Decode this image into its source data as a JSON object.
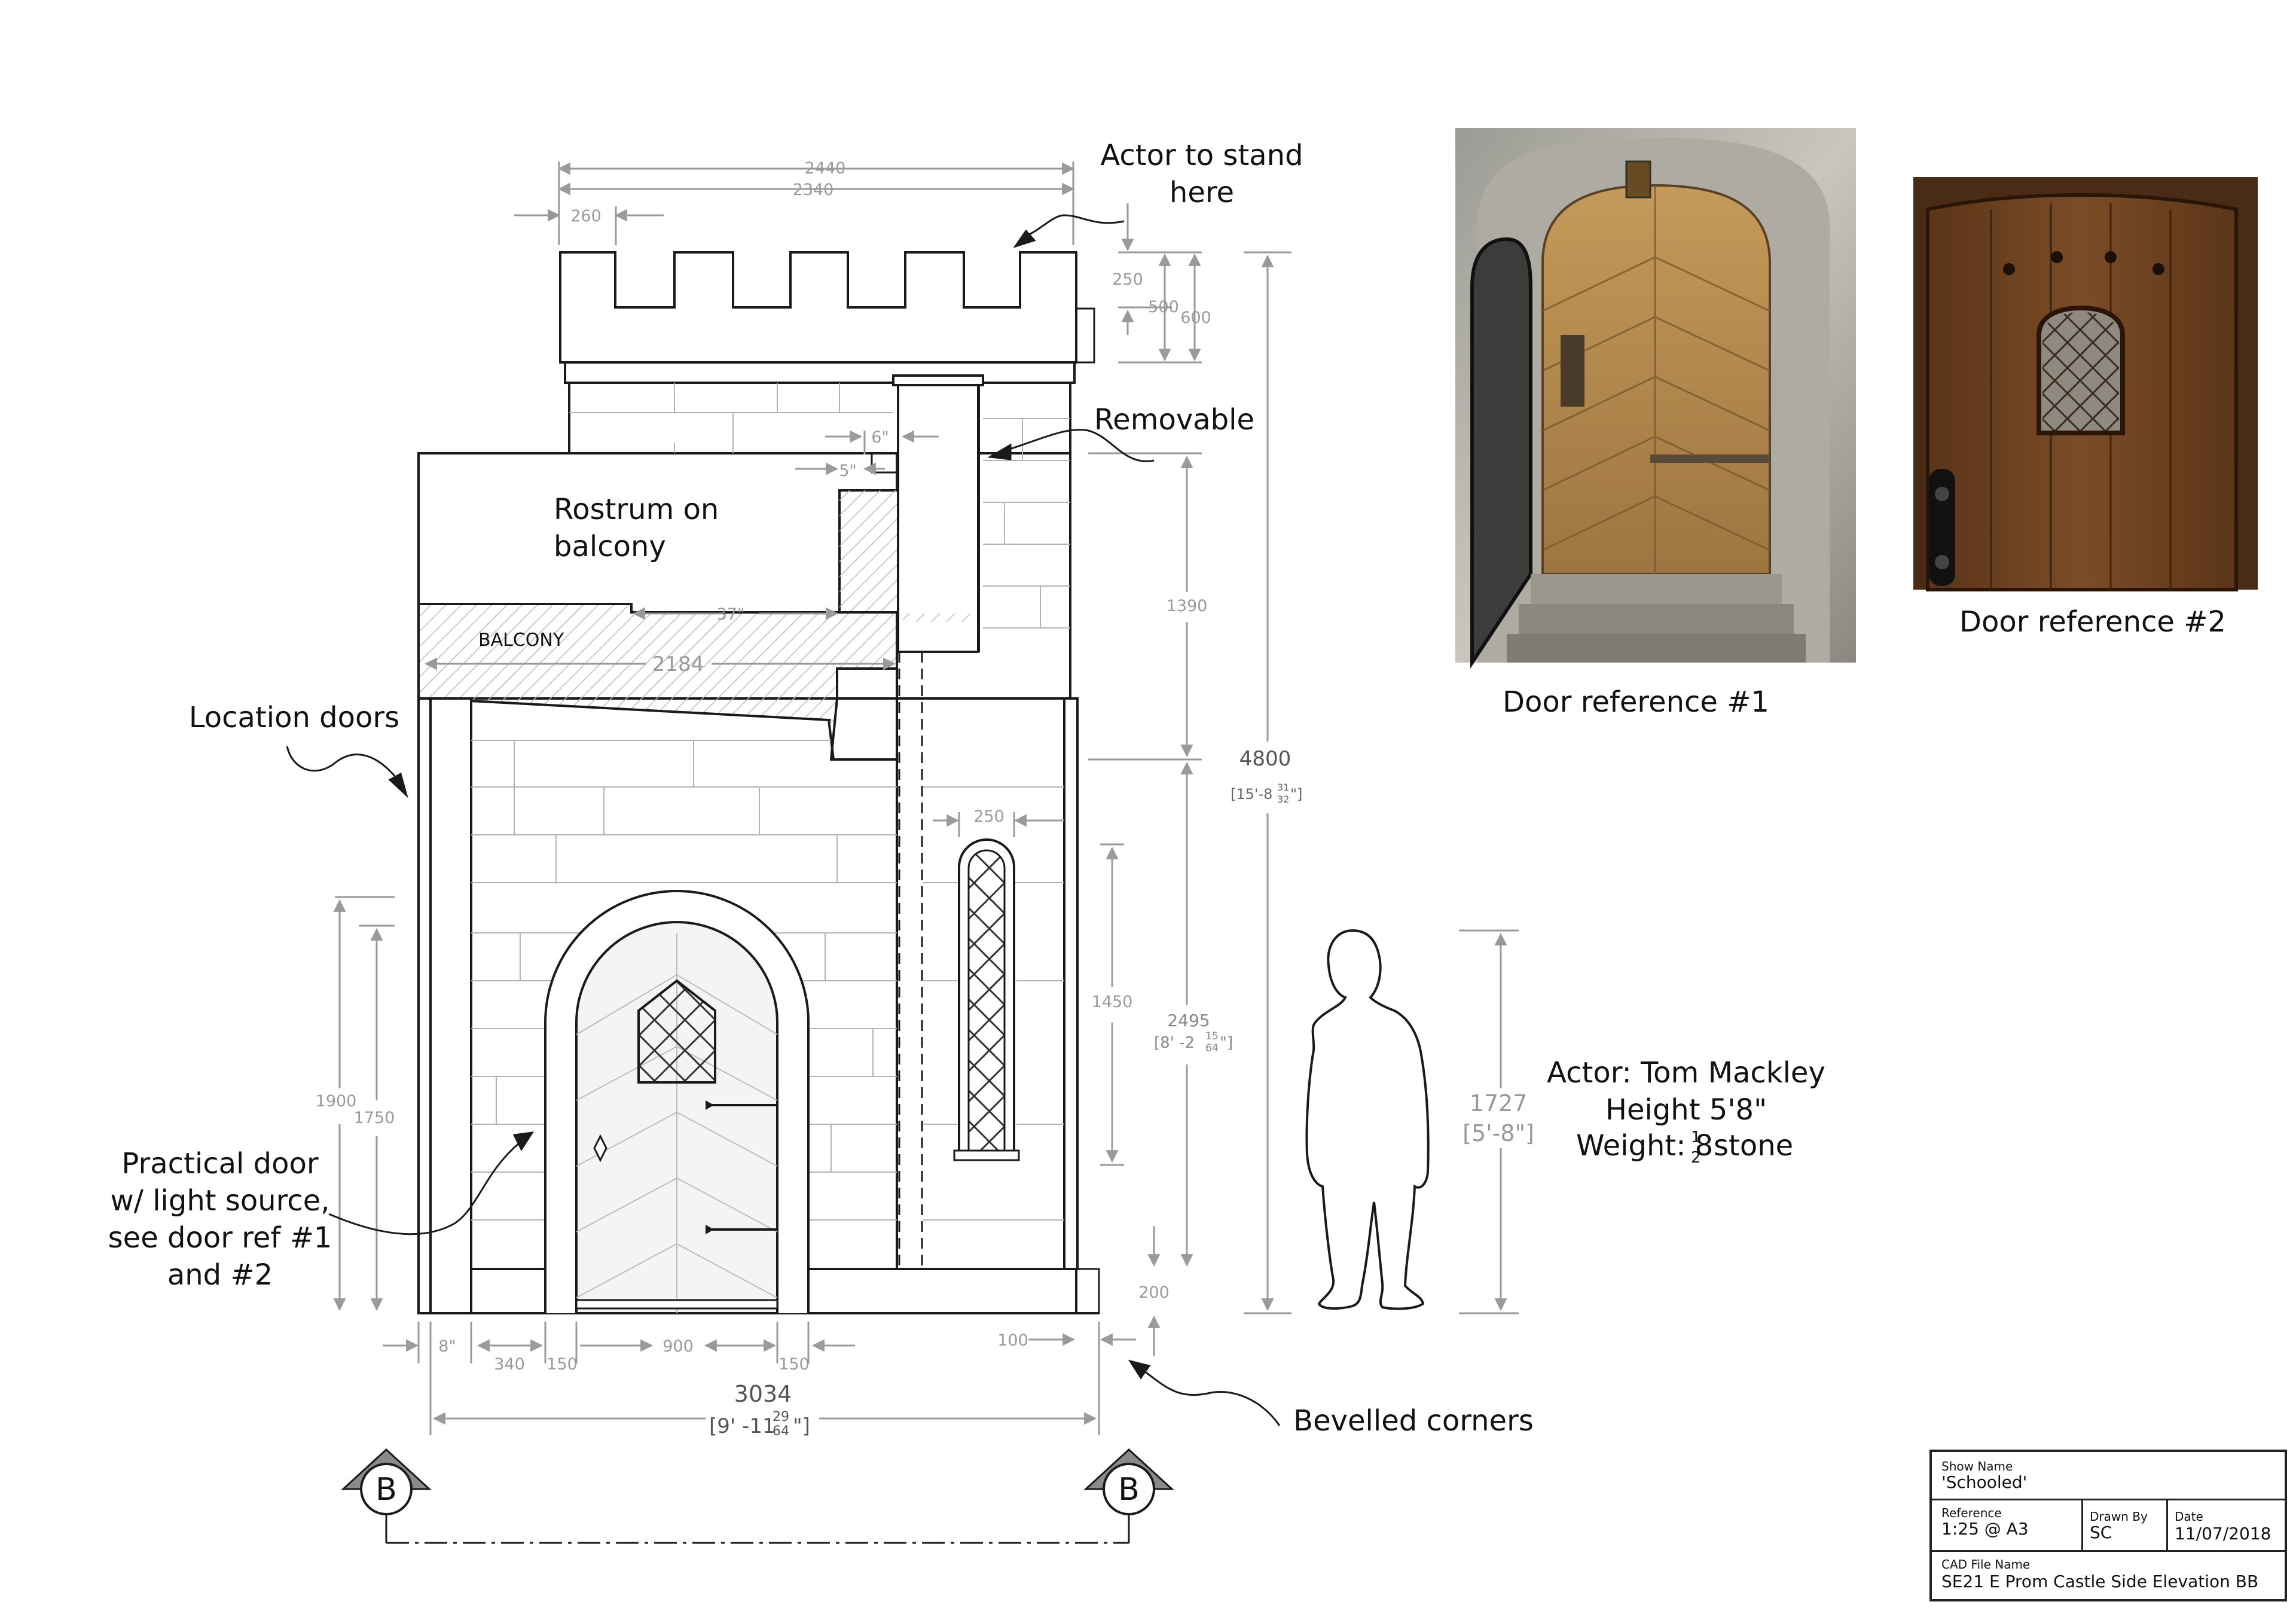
{
  "annotations": {
    "actor_stand_line1": "Actor to stand",
    "actor_stand_line2": "here",
    "removable": "Removable",
    "rostrum_line1": "Rostrum on",
    "rostrum_line2": "balcony",
    "balcony": "BALCONY",
    "location_doors": "Location doors",
    "practical_door_line1": "Practical door",
    "practical_door_line2": "w/ light source,",
    "practical_door_line3": "see door ref #1",
    "practical_door_line4": "and #2",
    "bevelled_corners": "Bevelled corners"
  },
  "actor": {
    "name_line": "Actor: Tom Mackley",
    "height_line": "Height 5'8\"",
    "weight_prefix": "Weight: 8",
    "weight_frac_num": "1",
    "weight_frac_den": "2",
    "weight_suffix": "stone"
  },
  "dimensions": {
    "d2440": "2440",
    "d2340": "2340",
    "d260": "260",
    "d250_top": "250",
    "d500": "500",
    "d600": "600",
    "d6in": "6\"",
    "d5in": "5\"",
    "d37in": "37\"",
    "d2184": "2184",
    "d1390": "1390",
    "d4800": "4800",
    "d4800_imp_pre": "[15'-8",
    "d4800_imp_num": "31",
    "d4800_imp_den": "32",
    "d4800_imp_post": "\"]",
    "d250_window": "250",
    "d1450": "1450",
    "d2495": "2495",
    "d2495_imp_pre": "[8' -2",
    "d2495_imp_num": "15",
    "d2495_imp_den": "64",
    "d2495_imp_post": "\"]",
    "d1900": "1900",
    "d1750": "1750",
    "d1727": "1727",
    "d1727_imp": "[5'-8\"]",
    "d200": "200",
    "d100": "100",
    "d8in": "8\"",
    "d340": "340",
    "d150_a": "150",
    "d900": "900",
    "d150_b": "150",
    "d3034": "3034",
    "d3034_imp_pre": "[9' -11",
    "d3034_imp_num": "29",
    "d3034_imp_den": "64",
    "d3034_imp_post": "\"]"
  },
  "section_markers": {
    "left": "B",
    "right": "B"
  },
  "references": {
    "door_ref_1": "Door reference #1",
    "door_ref_2": "Door reference #2"
  },
  "title_block": {
    "show_name_label": "Show Name",
    "show_name": "'Schooled'",
    "reference_label": "Reference",
    "reference": "1:25 @ A3",
    "drawn_by_label": "Drawn By",
    "drawn_by": "SC",
    "date_label": "Date",
    "date": "11/07/2018",
    "cad_file_label": "CAD File Name",
    "cad_file": "SE21 E Prom Castle Side Elevation BB"
  },
  "colors": {
    "line": "#1a1a1a",
    "dimension": "#9a9a9a",
    "hatch": "#bdbdbd",
    "door_wood_1": "#b58a4e",
    "door_wood_2": "#6e4423"
  }
}
